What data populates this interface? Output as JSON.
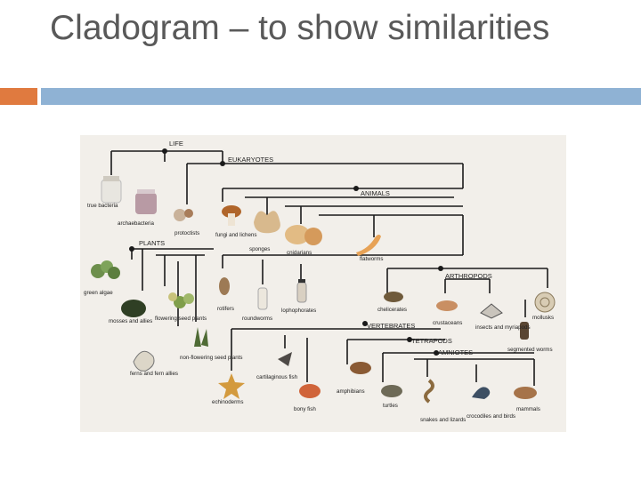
{
  "slide": {
    "title": "Cladogram – to show similarities"
  },
  "colors": {
    "accent_orange": "#e07a3f",
    "accent_blue": "#8fb2d4",
    "title_text": "#595959",
    "figure_bg": "#f2efea",
    "tree_line": "#1a1a1a"
  },
  "cladogram": {
    "clades": {
      "life": "LIFE",
      "eukaryotes": "EUKARYOTES",
      "plants": "PLANTS",
      "animals": "ANIMALS",
      "arthropods": "ARTHROPODS",
      "vertebrates": "VERTEBRATES",
      "tetrapods": "TETRAPODS",
      "amniotes": "AMNIOTES"
    },
    "taxa": {
      "true_bacteria": "true bacteria",
      "archaebacteria": "archaebacteria",
      "protoctists": "protoctists",
      "fungi": "fungi and lichens",
      "sponges": "sponges",
      "cnidarians": "cnidarians",
      "flatworms": "flatworms",
      "green_algae": "green algae",
      "mosses": "mosses and allies",
      "flowering": "flowering seed plants",
      "non_flowering": "non-flowering seed plants",
      "ferns": "ferns and fern allies",
      "rotifers": "rotifers",
      "roundworms": "roundworms",
      "lophophorates": "lophophorates",
      "chelicerates": "chelicerates",
      "crustaceans": "crustaceans",
      "insects": "insects and myriapods",
      "mollusks": "mollusks",
      "segmented_worms": "segmented worms",
      "echinoderms": "echinoderms",
      "cartilaginous": "cartilaginous fish",
      "bony_fish": "bony fish",
      "amphibians": "amphibians",
      "turtles": "turtles",
      "snakes": "snakes and lizards",
      "crocodiles": "crocodiles and birds",
      "mammals": "mammals"
    }
  }
}
